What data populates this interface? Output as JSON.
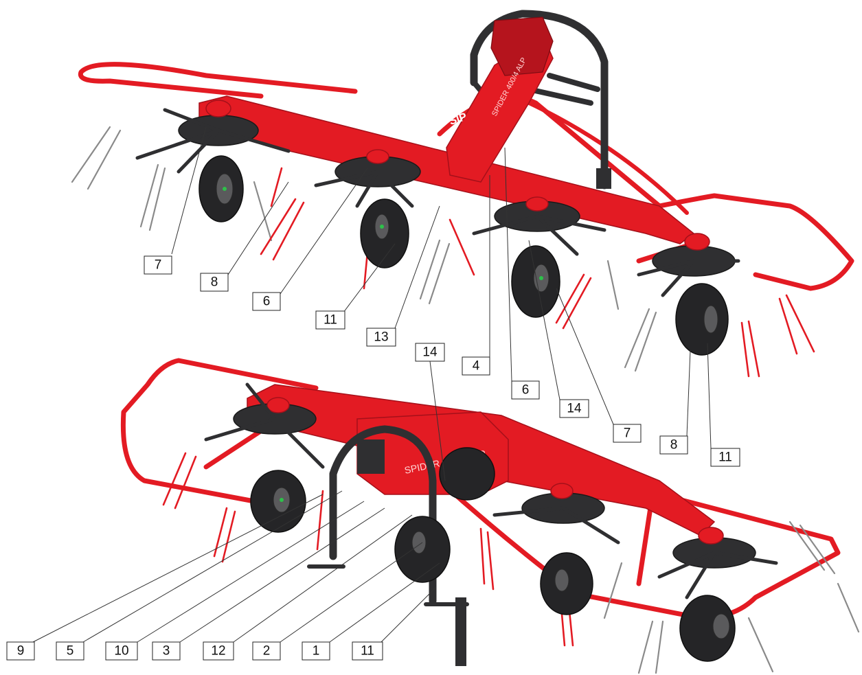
{
  "brand": "SIP",
  "model_top": "SPIDER 400/4 ALP",
  "model_bottom": "SPIDER 400/4 ALP",
  "callouts_top": [
    "7",
    "8",
    "6",
    "11",
    "13",
    "14",
    "4",
    "6",
    "14",
    "7",
    "8",
    "11"
  ],
  "callouts_bottom": [
    "9",
    "5",
    "10",
    "3",
    "12",
    "2",
    "1",
    "11"
  ],
  "colors": {
    "machine_red": "#e31b23",
    "frame_dark": "#2f2f31",
    "tyre": "#252527",
    "tine_grey": "#8a8a8a"
  }
}
